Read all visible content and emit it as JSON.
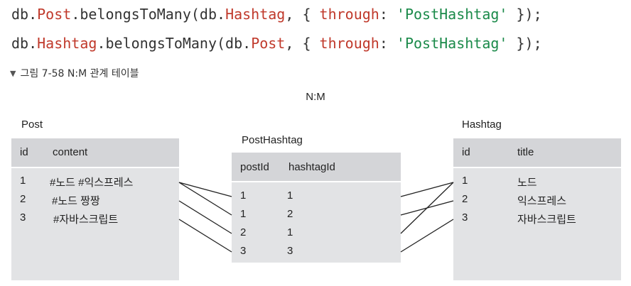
{
  "code": {
    "line1": {
      "db": "db",
      "dot1": ".",
      "model": "Post",
      "dot2": ".",
      "method": "belongsToMany(db.",
      "target": "Hashtag",
      "mid": ", { ",
      "key": "through",
      "colon": ": ",
      "value": "'PostHashtag'",
      "end": " });"
    },
    "line2": {
      "db": "db",
      "dot1": ".",
      "model": "Hashtag",
      "dot2": ".",
      "method": "belongsToMany(db.",
      "target": "Post",
      "mid": ", { ",
      "key": "through",
      "colon": ": ",
      "value": "'PostHashtag'",
      "end": " });"
    }
  },
  "caption": {
    "icon": "chevron-down-icon",
    "text": "그림 7-58 N:M 관계 테이블"
  },
  "diagram": {
    "title": "N:M",
    "post": {
      "name": "Post",
      "col1": "id",
      "col2": "content",
      "rows": [
        {
          "id": "1",
          "content": "#노드 #익스프레스"
        },
        {
          "id": "2",
          "content": "#노드 짱짱"
        },
        {
          "id": "3",
          "content": "#자바스크립트"
        }
      ]
    },
    "posthashtag": {
      "name": "PostHashtag",
      "col1": "postId",
      "col2": "hashtagId",
      "rows": [
        {
          "postId": "1",
          "hashtagId": "1"
        },
        {
          "postId": "1",
          "hashtagId": "2"
        },
        {
          "postId": "2",
          "hashtagId": "1"
        },
        {
          "postId": "3",
          "hashtagId": "3"
        }
      ]
    },
    "hashtag": {
      "name": "Hashtag",
      "col1": "id",
      "col2": "title",
      "rows": [
        {
          "id": "1",
          "title": "노드"
        },
        {
          "id": "2",
          "title": "익스프레스"
        },
        {
          "id": "3",
          "title": "자바스크립트"
        }
      ]
    },
    "colors": {
      "box": "#e2e3e5",
      "header": "#d4d5d8",
      "line": "#222222"
    }
  }
}
